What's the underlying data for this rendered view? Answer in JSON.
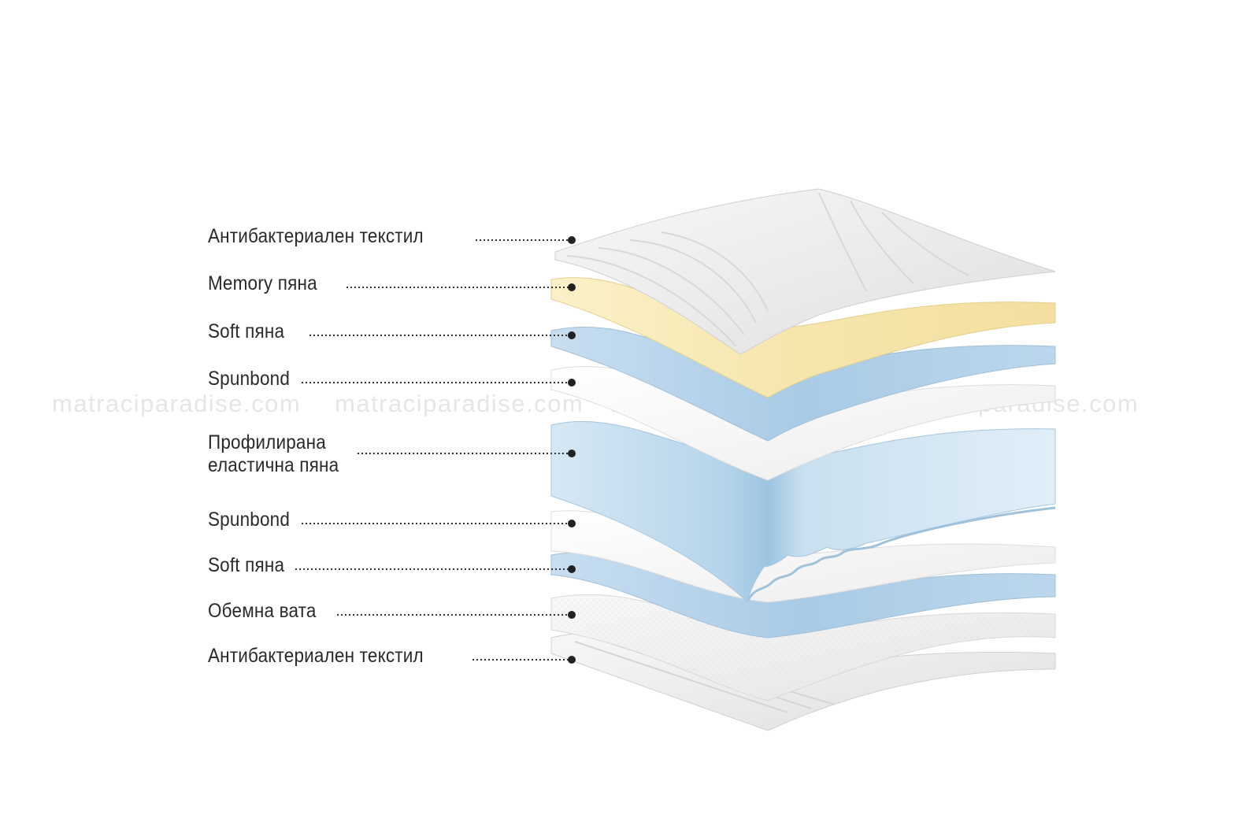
{
  "watermark": {
    "text": "matraciparadise.com"
  },
  "layers": [
    {
      "label": "Антибактериален текстил"
    },
    {
      "label": "Memory пяна"
    },
    {
      "label": "Soft пяна"
    },
    {
      "label": "Spunbond"
    },
    {
      "label_line1": "Профилирана",
      "label_line2": "еластична пяна"
    },
    {
      "label": "Spunbond"
    },
    {
      "label": "Soft пяна"
    },
    {
      "label": "Обемна вата"
    },
    {
      "label": "Антибактериален текстил"
    }
  ],
  "colors": {
    "text": "#2a2a2a",
    "leader_dots": "#333333",
    "textile": "#ededed",
    "memory_foam": "#f7eab8",
    "soft_foam": "#b9d6ea",
    "spunbond": "#f6f6f6",
    "profiled_foam": "#cfe3f1",
    "wadding": "#f1f1f1"
  }
}
